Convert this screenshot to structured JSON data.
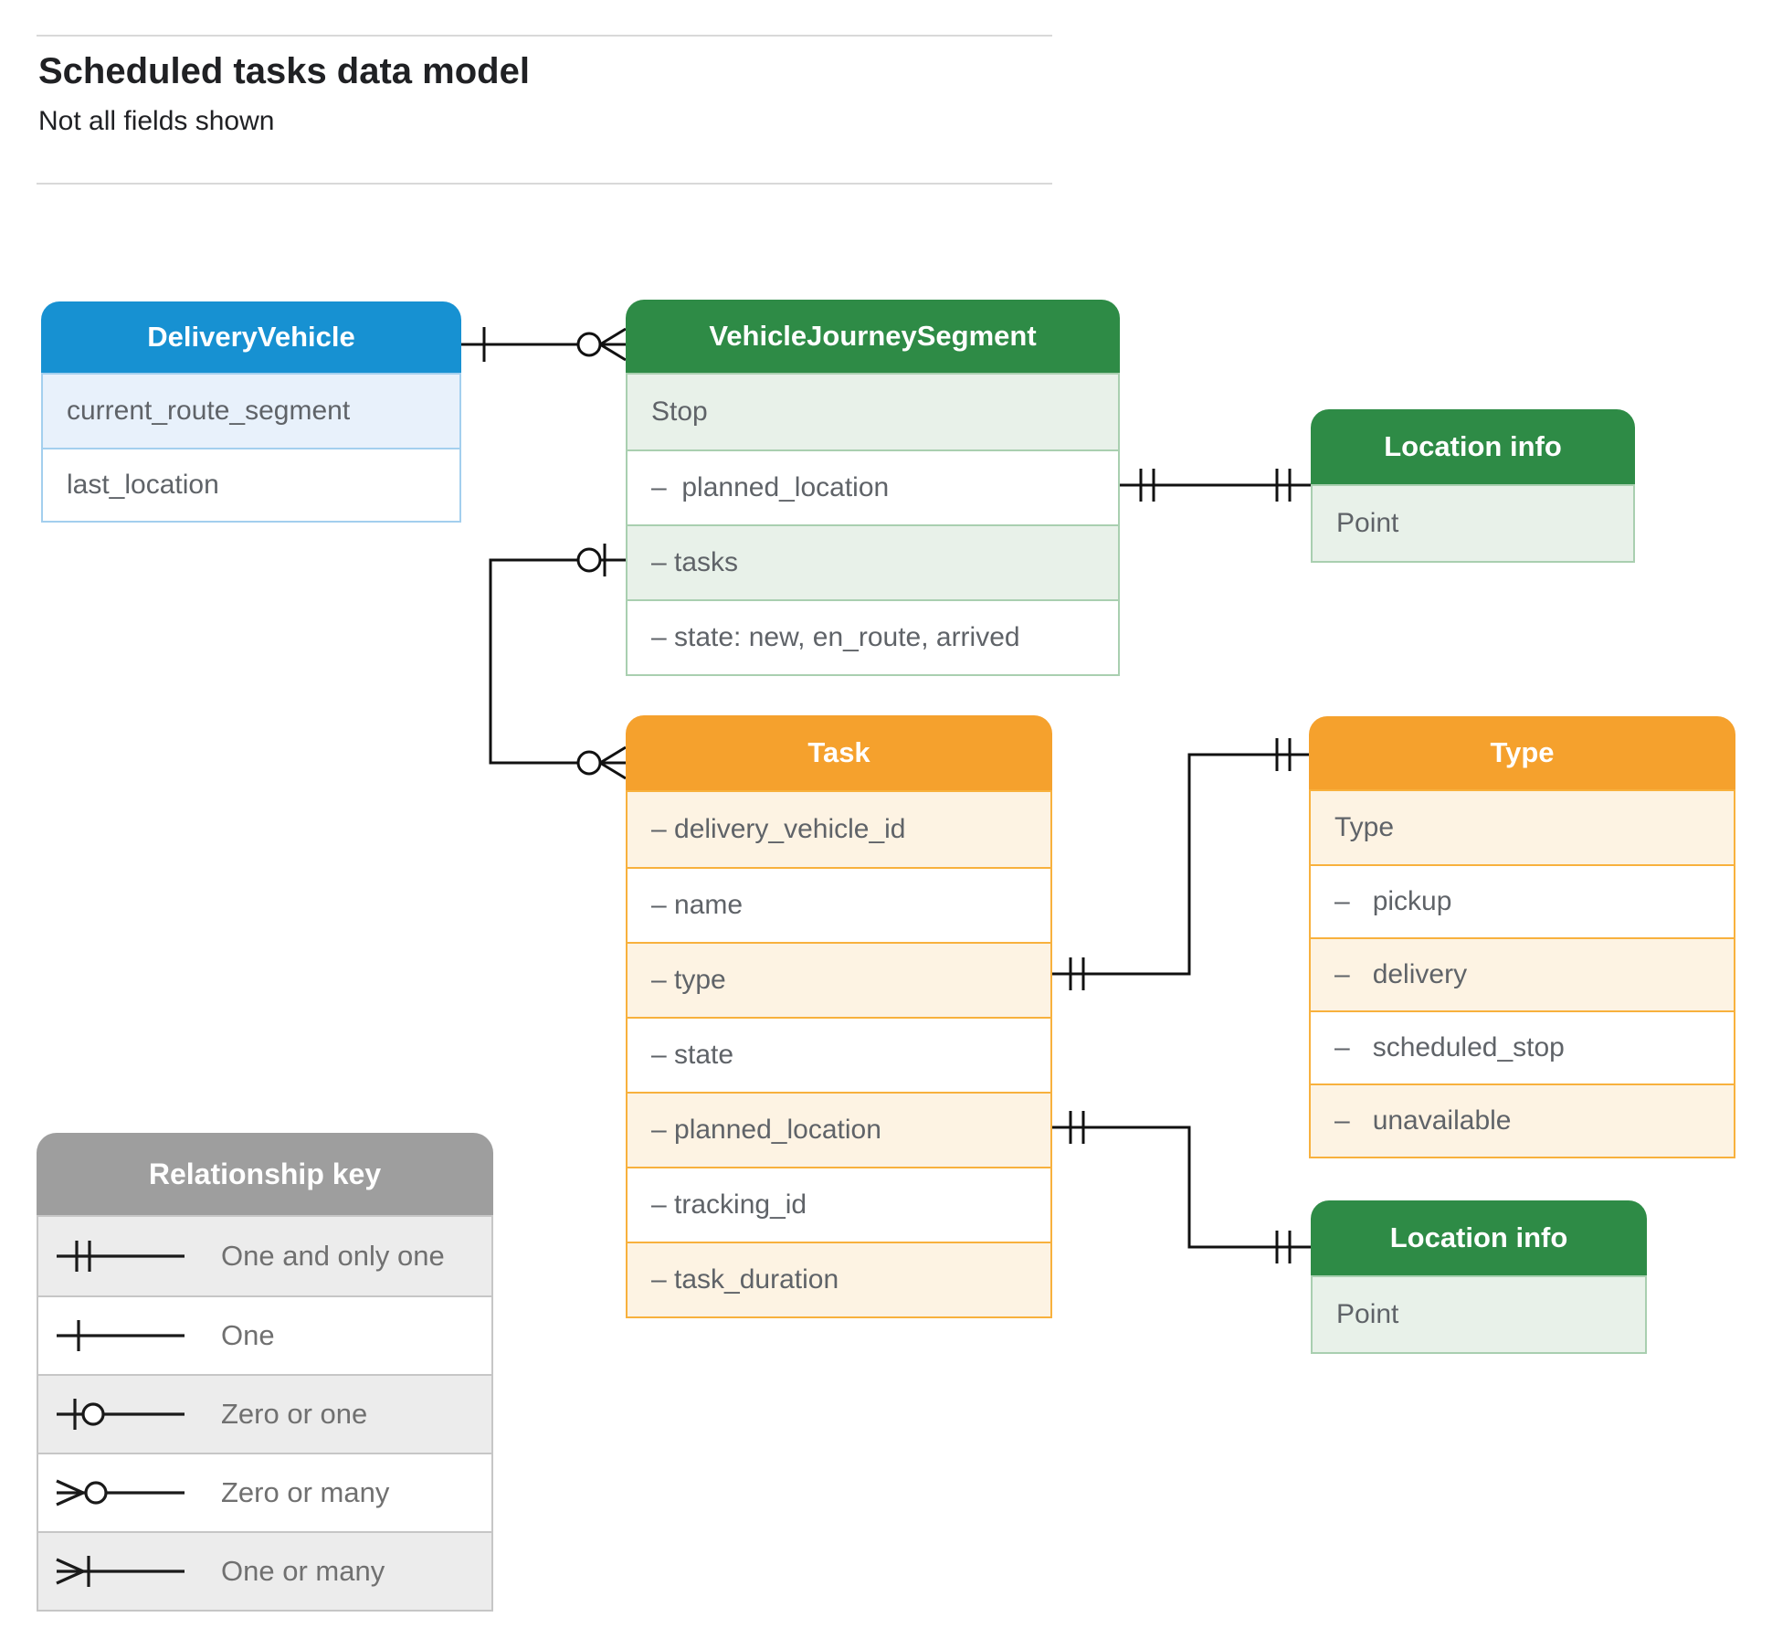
{
  "page": {
    "title": "Scheduled tasks data model",
    "subtitle": "Not all fields shown"
  },
  "entities": {
    "delivery_vehicle": {
      "title": "DeliveryVehicle",
      "rows": [
        "current_route_segment",
        "last_location"
      ]
    },
    "vehicle_journey_segment": {
      "title": "VehicleJourneySegment",
      "rows": [
        "Stop",
        "–  planned_location",
        "– tasks",
        "– state: new, en_route, arrived"
      ]
    },
    "location_info_top": {
      "title": "Location info",
      "rows": [
        "Point"
      ]
    },
    "task": {
      "title": "Task",
      "rows": [
        "– delivery_vehicle_id",
        "– name",
        "– type",
        "– state",
        "– planned_location",
        "– tracking_id",
        "– task_duration"
      ]
    },
    "type": {
      "title": "Type",
      "rows": [
        "Type",
        "–   pickup",
        "–   delivery",
        "–   scheduled_stop",
        "–   unavailable"
      ]
    },
    "location_info_bottom": {
      "title": "Location info",
      "rows": [
        "Point"
      ]
    }
  },
  "legend": {
    "title": "Relationship key",
    "items": [
      "One and only one",
      "One",
      "Zero or one",
      "Zero or many",
      "One or many"
    ]
  },
  "colors": {
    "blue_header": "#1791d2",
    "blue_row": "#e8f1fb",
    "blue_border": "#a3cfee",
    "green_header": "#2e8b46",
    "green_row": "#e8f1e9",
    "green_border": "#a9cfb0",
    "orange_header": "#f5a12d",
    "orange_row": "#fdf3e3",
    "orange_border": "#f8b13d",
    "gray_header": "#9e9e9e",
    "gray_row": "#ececec",
    "gray_border": "#c6c6c6",
    "row_text": "#5f6368",
    "header_text": "#ffffff",
    "title_text": "#202124",
    "legend_text": "#707070",
    "connector": "#111111",
    "rule": "#d9d9d9"
  }
}
